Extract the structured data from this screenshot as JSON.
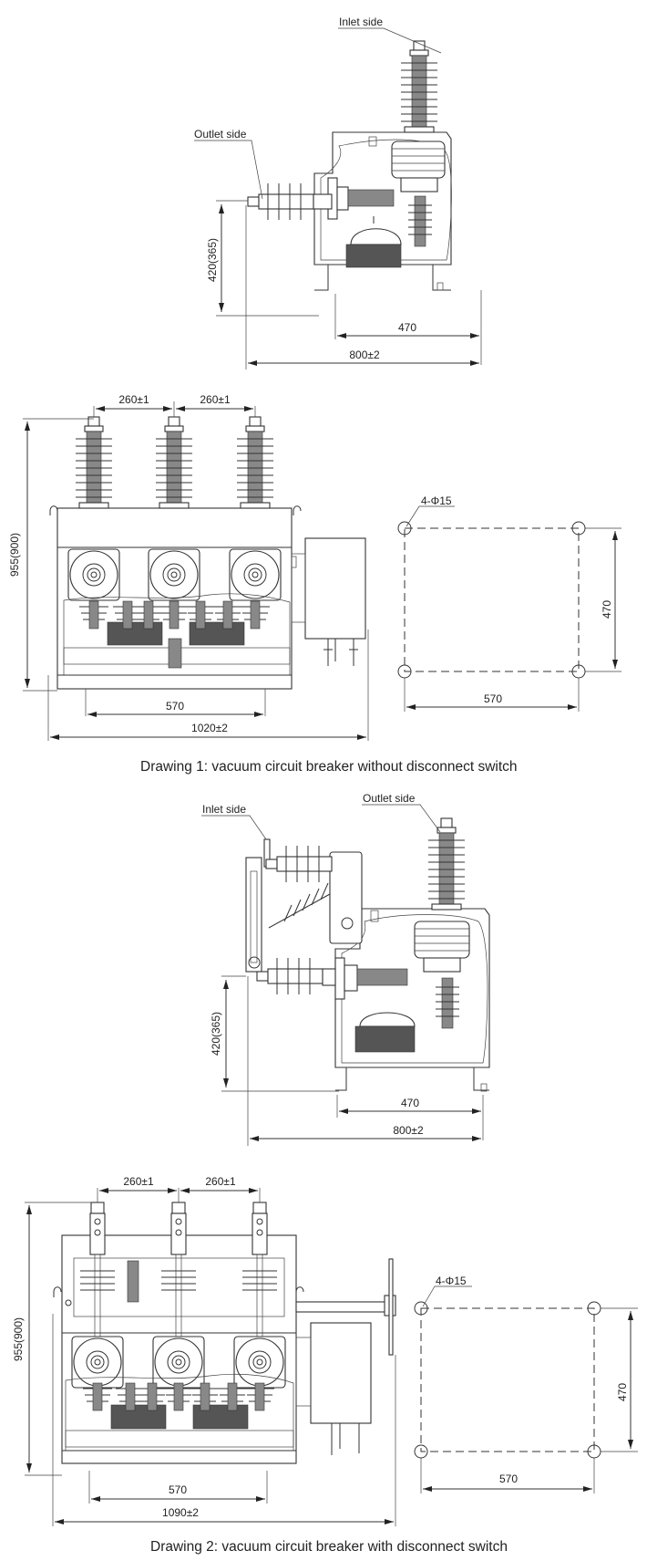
{
  "drawing1": {
    "caption": "Drawing 1: vacuum circuit breaker without disconnect switch",
    "side_view": {
      "inlet_label": "Inlet side",
      "outlet_label": "Outlet side",
      "height_dim": "420(365)",
      "base_dim": "470",
      "overall_dim": "800±2"
    },
    "front_view": {
      "pitch_dim_1": "260±1",
      "pitch_dim_2": "260±1",
      "height_dim": "955(900)",
      "base_dim": "570",
      "overall_dim": "1020±2"
    },
    "mounting_plan": {
      "holes_label": "4-Φ15",
      "width_dim": "570",
      "depth_dim": "470"
    }
  },
  "drawing2": {
    "caption": "Drawing 2: vacuum circuit breaker with disconnect switch",
    "side_view": {
      "inlet_label": "Inlet side",
      "outlet_label": "Outlet side",
      "height_dim": "420(365)",
      "base_dim": "470",
      "overall_dim": "800±2"
    },
    "front_view": {
      "pitch_dim_1": "260±1",
      "pitch_dim_2": "260±1",
      "height_dim": "955(900)",
      "base_dim": "570",
      "overall_dim": "1090±2"
    },
    "mounting_plan": {
      "holes_label": "4-Φ15",
      "width_dim": "570",
      "depth_dim": "470"
    }
  }
}
